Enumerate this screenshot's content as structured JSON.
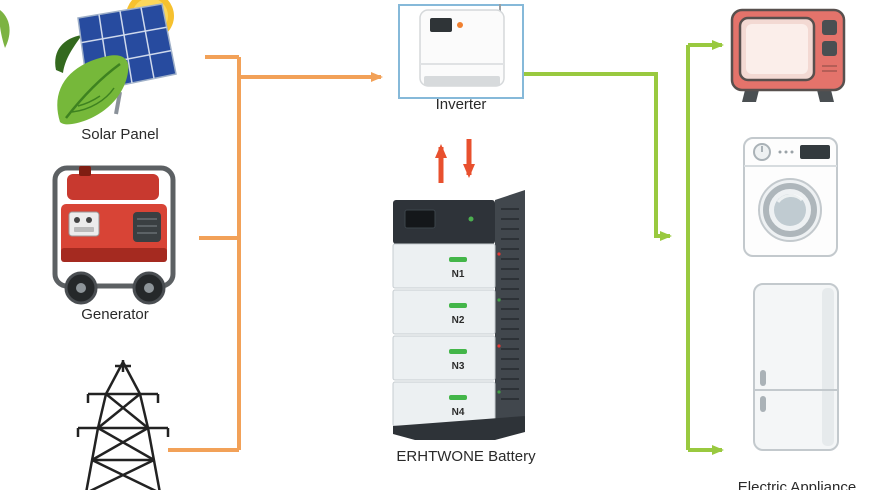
{
  "diagram": {
    "sources": {
      "solar": {
        "label": "Solar Panel"
      },
      "generator": {
        "label": "Generator"
      }
    },
    "inverter": {
      "label": "Inverter"
    },
    "battery": {
      "label": "ERHTWONE Battery",
      "modules": [
        "N1",
        "N2",
        "N3",
        "N4"
      ]
    },
    "loads": {
      "label": "Electric Appliance"
    },
    "colors": {
      "source_flow": "#F2A158",
      "battery_flow": "#E8502E",
      "load_flow": "#99C93F",
      "inverter_frame": "#86B9D9"
    }
  }
}
